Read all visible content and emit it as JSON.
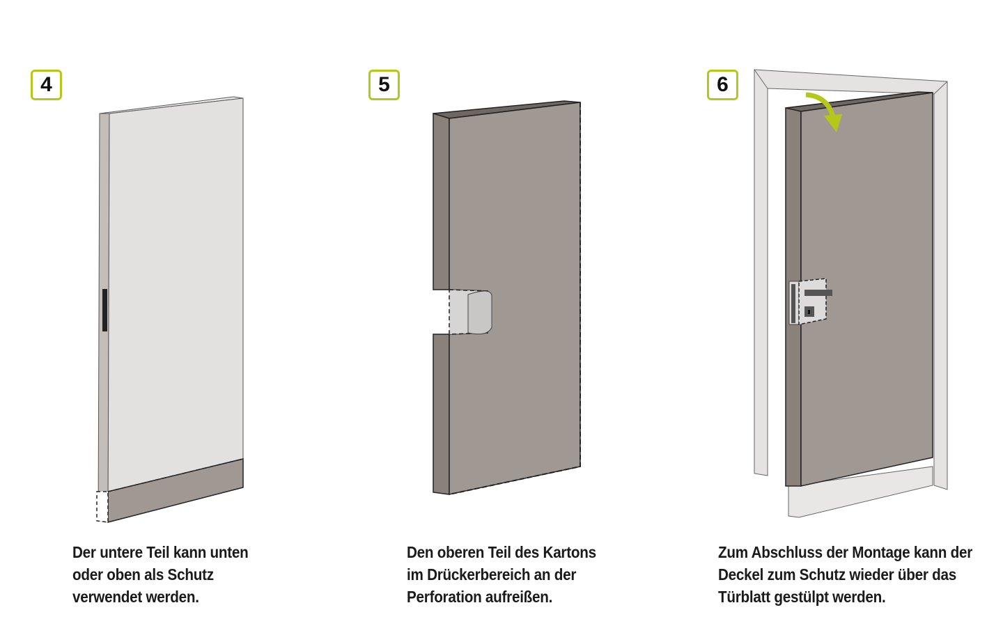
{
  "steps": [
    {
      "number": "4",
      "caption": [
        "Der untere Teil kann unten",
        "oder oben als Schutz",
        "verwendet werden."
      ]
    },
    {
      "number": "5",
      "caption": [
        "Den oberen Teil des Kartons",
        "im Drückerbereich an der",
        "Perforation aufreißen."
      ]
    },
    {
      "number": "6",
      "caption": [
        "Zum Abschluss der Montage kann der",
        "Deckel zum Schutz wieder über das",
        "Türblatt gestülpt werden."
      ]
    }
  ],
  "colors": {
    "accent": "#b5c81a",
    "carton": "#a09893",
    "carton_side": "#8a817b",
    "door": "#e2e1e0"
  }
}
